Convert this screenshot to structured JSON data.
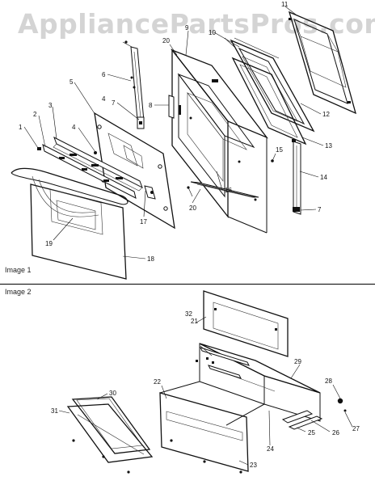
{
  "watermark": "AppliancePartsPros.com",
  "sections": [
    "Image 1",
    "Image 2"
  ],
  "callouts": [
    "1",
    "2",
    "3",
    "4",
    "5",
    "6",
    "7",
    "8",
    "9",
    "10",
    "11",
    "12",
    "13",
    "14",
    "15",
    "16",
    "17",
    "18",
    "19",
    "20",
    "21",
    "22",
    "23",
    "24",
    "25",
    "26",
    "27",
    "28",
    "29",
    "30",
    "31",
    "32"
  ],
  "repeat_callouts": {
    "c4b": "4",
    "c7b": "7",
    "c20b": "20"
  }
}
